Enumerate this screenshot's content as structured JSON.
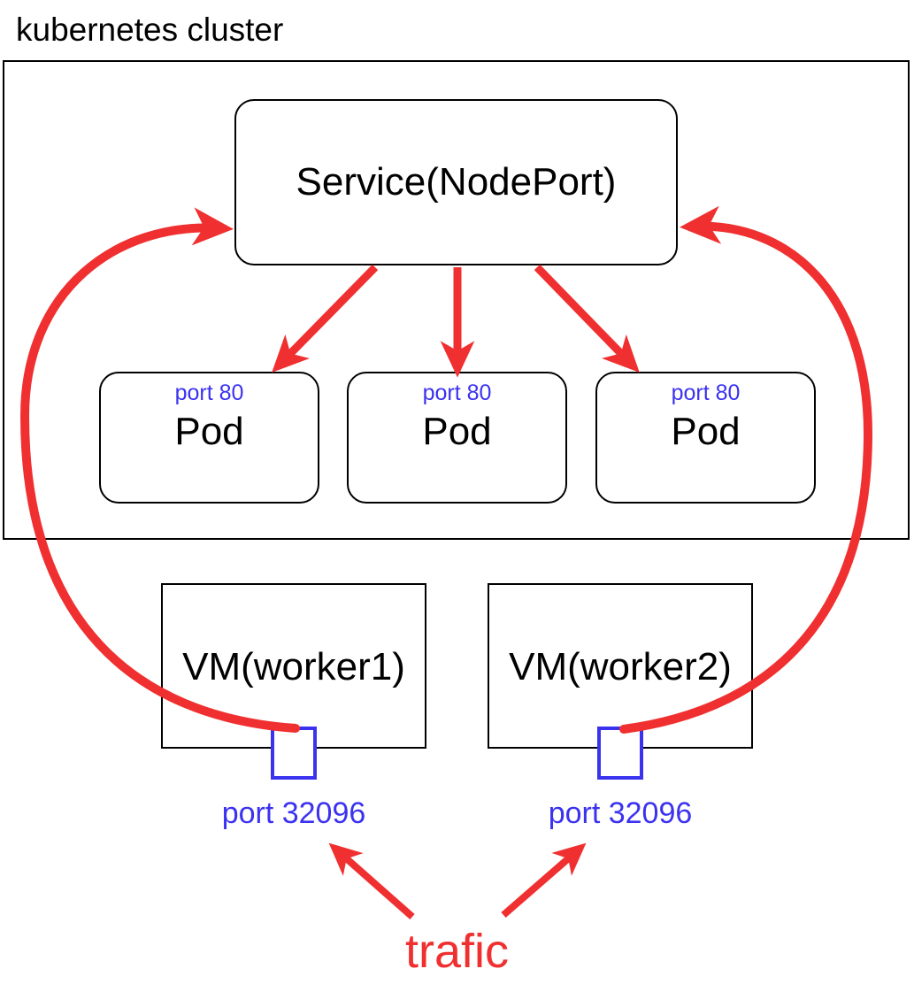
{
  "diagram": {
    "title": "kubernetes cluster",
    "colors": {
      "stroke": "#000000",
      "arrow_red": "#f03030",
      "port_blue": "#3b32f0",
      "background": "#ffffff"
    }
  },
  "service": {
    "label": "Service(NodePort)"
  },
  "pods": [
    {
      "port": "port 80",
      "label": "Pod"
    },
    {
      "port": "port 80",
      "label": "Pod"
    },
    {
      "port": "port 80",
      "label": "Pod"
    }
  ],
  "vms": [
    {
      "label": "VM(worker1)",
      "nodeport": "port 32096"
    },
    {
      "label": "VM(worker2)",
      "nodeport": "port 32096"
    }
  ],
  "traffic": {
    "label": "trafic"
  }
}
